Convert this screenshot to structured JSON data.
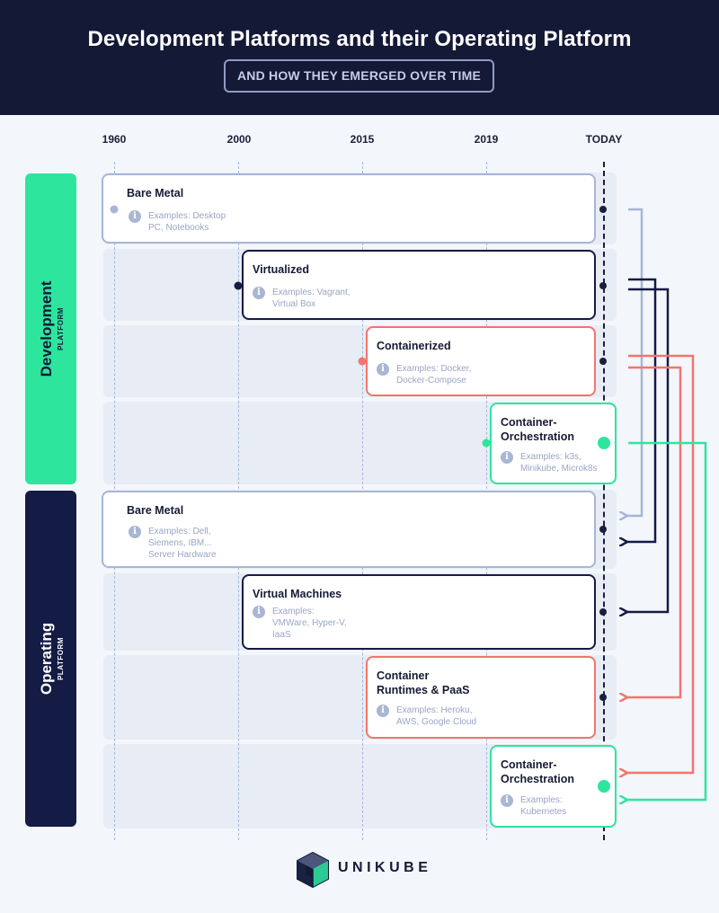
{
  "header": {
    "title": "Development Platforms and their Operating Platform",
    "subtitle": "AND HOW THEY EMERGED OVER TIME"
  },
  "timeline": {
    "years": [
      "1960",
      "2000",
      "2015",
      "2019",
      "TODAY"
    ]
  },
  "sidebar": {
    "development": {
      "label": "Development",
      "sublabel": "PLATFORM"
    },
    "operating": {
      "label": "Operating",
      "sublabel": "PLATFORM"
    }
  },
  "development": [
    {
      "title": "Bare Metal",
      "examples": [
        "Examples: Desktop",
        "PC, Notebooks"
      ],
      "start": "1960",
      "color": "#a6b6d6"
    },
    {
      "title": "Virtualized",
      "examples": [
        "Examples: Vagrant,",
        "Virtual Box"
      ],
      "start": "2000",
      "color": "#141b45"
    },
    {
      "title": "Containerized",
      "examples": [
        "Examples: Docker,",
        "Docker-Compose"
      ],
      "start": "2015",
      "color": "#f2756d"
    },
    {
      "title_lines": [
        "Container-",
        "Orchestration"
      ],
      "examples": [
        "Examples: k3s,",
        "Minikube, Microk8s"
      ],
      "start": "2019",
      "color": "#2ee59d"
    }
  ],
  "operating": [
    {
      "title": "Bare Metal",
      "examples": [
        "Examples: Dell,",
        "Siemens, IBM...",
        "Server Hardware"
      ],
      "start": "1960",
      "color": "#a6b6d6"
    },
    {
      "title": "Virtual Machines",
      "examples": [
        "Examples:",
        "VMWare, Hyper-V,",
        "IaaS"
      ],
      "start": "2000",
      "color": "#141b45"
    },
    {
      "title_lines": [
        "Container",
        "Runtimes & PaaS"
      ],
      "examples": [
        "Examples: Heroku,",
        "AWS, Google Cloud"
      ],
      "start": "2015",
      "color": "#f2756d"
    },
    {
      "title_lines": [
        "Container-",
        "Orchestration"
      ],
      "examples": [
        "Examples:",
        "Kubernetes"
      ],
      "start": "2019",
      "color": "#2ee59d"
    }
  ],
  "mapping": [
    {
      "from": "Bare Metal",
      "to": [
        "Bare Metal"
      ]
    },
    {
      "from": "Virtualized",
      "to": [
        "Bare Metal",
        "Virtual Machines"
      ]
    },
    {
      "from": "Containerized",
      "to": [
        "Container Runtimes & PaaS",
        "Container-Orchestration"
      ]
    },
    {
      "from": "Container-Orchestration",
      "to": [
        "Container-Orchestration"
      ]
    }
  ],
  "colors": {
    "header_bg": "#141936",
    "navy": "#141b45",
    "gray_blue": "#a6b6d6",
    "salmon": "#f2756d",
    "mint": "#2ee59d"
  },
  "icons": {
    "info": "info-icon",
    "logo": "unikube-cube-logo"
  },
  "footer": {
    "brand": "UNIKUBE"
  }
}
